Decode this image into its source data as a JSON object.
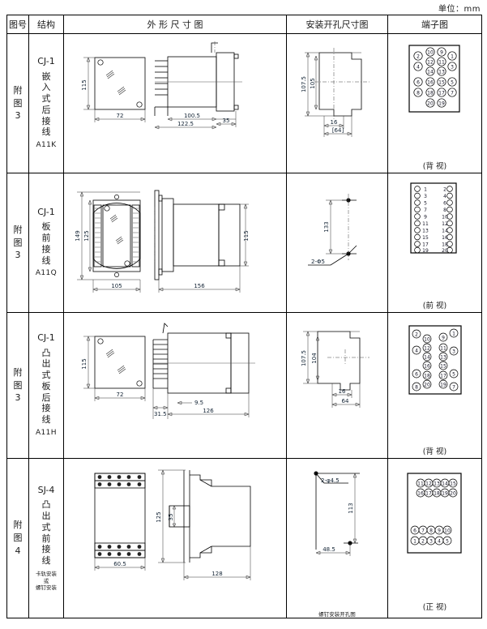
{
  "unit_note": "单位：mm",
  "header": {
    "col_figure_no": "图号",
    "col_structure": "结构",
    "col_outline": "外 形 尺 寸 图",
    "col_cutout": "安装开孔尺寸图",
    "col_terminal": "端子图"
  },
  "rows": [
    {
      "figure_no": "附图3",
      "model": "CJ-1",
      "structure_cn": "嵌入式后接线",
      "code": "A11K",
      "note": "",
      "outline_dims": [
        "115",
        "72",
        "100.5",
        "122.5",
        "35"
      ],
      "cutout_dims": [
        "107.5",
        "105",
        "16",
        "[64]"
      ],
      "cutout_caption": "",
      "terminal_view": "(背 视)",
      "terminal_layout": "staggered20",
      "terminals": [
        "1",
        "2",
        "3",
        "4",
        "5",
        "6",
        "7",
        "8",
        "9",
        "10",
        "11",
        "12",
        "13",
        "14",
        "15",
        "16",
        "17",
        "18",
        "19",
        "20"
      ]
    },
    {
      "figure_no": "附图3",
      "model": "CJ-1",
      "structure_cn": "板前接线",
      "code": "A11Q",
      "note": "",
      "outline_dims": [
        "149",
        "125",
        "105",
        "156",
        "115"
      ],
      "cutout_dims": [
        "133",
        "2-Φ5"
      ],
      "cutout_caption": "",
      "terminal_view": "(前 视)",
      "terminal_layout": "twocol20",
      "terminal_pairs": [
        [
          "1",
          "2"
        ],
        [
          "3",
          "4"
        ],
        [
          "5",
          "6"
        ],
        [
          "7",
          "8"
        ],
        [
          "9",
          "10"
        ],
        [
          "11",
          "12"
        ],
        [
          "13",
          "14"
        ],
        [
          "15",
          "16"
        ],
        [
          "17",
          "18"
        ],
        [
          "19",
          "20"
        ]
      ]
    },
    {
      "figure_no": "附图3",
      "model": "CJ-1",
      "structure_cn": "凸出式板后接线",
      "code": "A11H",
      "note": "",
      "outline_dims": [
        "115",
        "72",
        "31.5",
        "9.5",
        "126"
      ],
      "cutout_dims": [
        "107.5",
        "104",
        "16",
        "64"
      ],
      "cutout_caption": "",
      "terminal_view": "(背 视)",
      "terminal_layout": "staggered20",
      "terminals": [
        "1",
        "2",
        "3",
        "4",
        "5",
        "6",
        "7",
        "8",
        "9",
        "10",
        "11",
        "12",
        "13",
        "14",
        "15",
        "16",
        "17",
        "18",
        "19",
        "20"
      ]
    },
    {
      "figure_no": "附图4",
      "model": "SJ-4",
      "structure_cn": "凸出式前接线",
      "code": "",
      "note": "卡轨安装\n或\n螺钉安装",
      "outline_dims": [
        "60.5",
        "125",
        "35",
        "128"
      ],
      "cutout_dims": [
        "2-φ4.5",
        "113",
        "48.5"
      ],
      "cutout_caption": "螺钉安装开孔图",
      "terminal_view": "(正 视)",
      "terminal_layout": "grid20",
      "terminal_grid": [
        [
          "11",
          "12",
          "13",
          "14",
          "15"
        ],
        [
          "16",
          "17",
          "18",
          "19",
          "20"
        ],
        [
          "6",
          "7",
          "8",
          "9",
          "10"
        ],
        [
          "1",
          "2",
          "3",
          "4",
          "5"
        ]
      ]
    }
  ]
}
